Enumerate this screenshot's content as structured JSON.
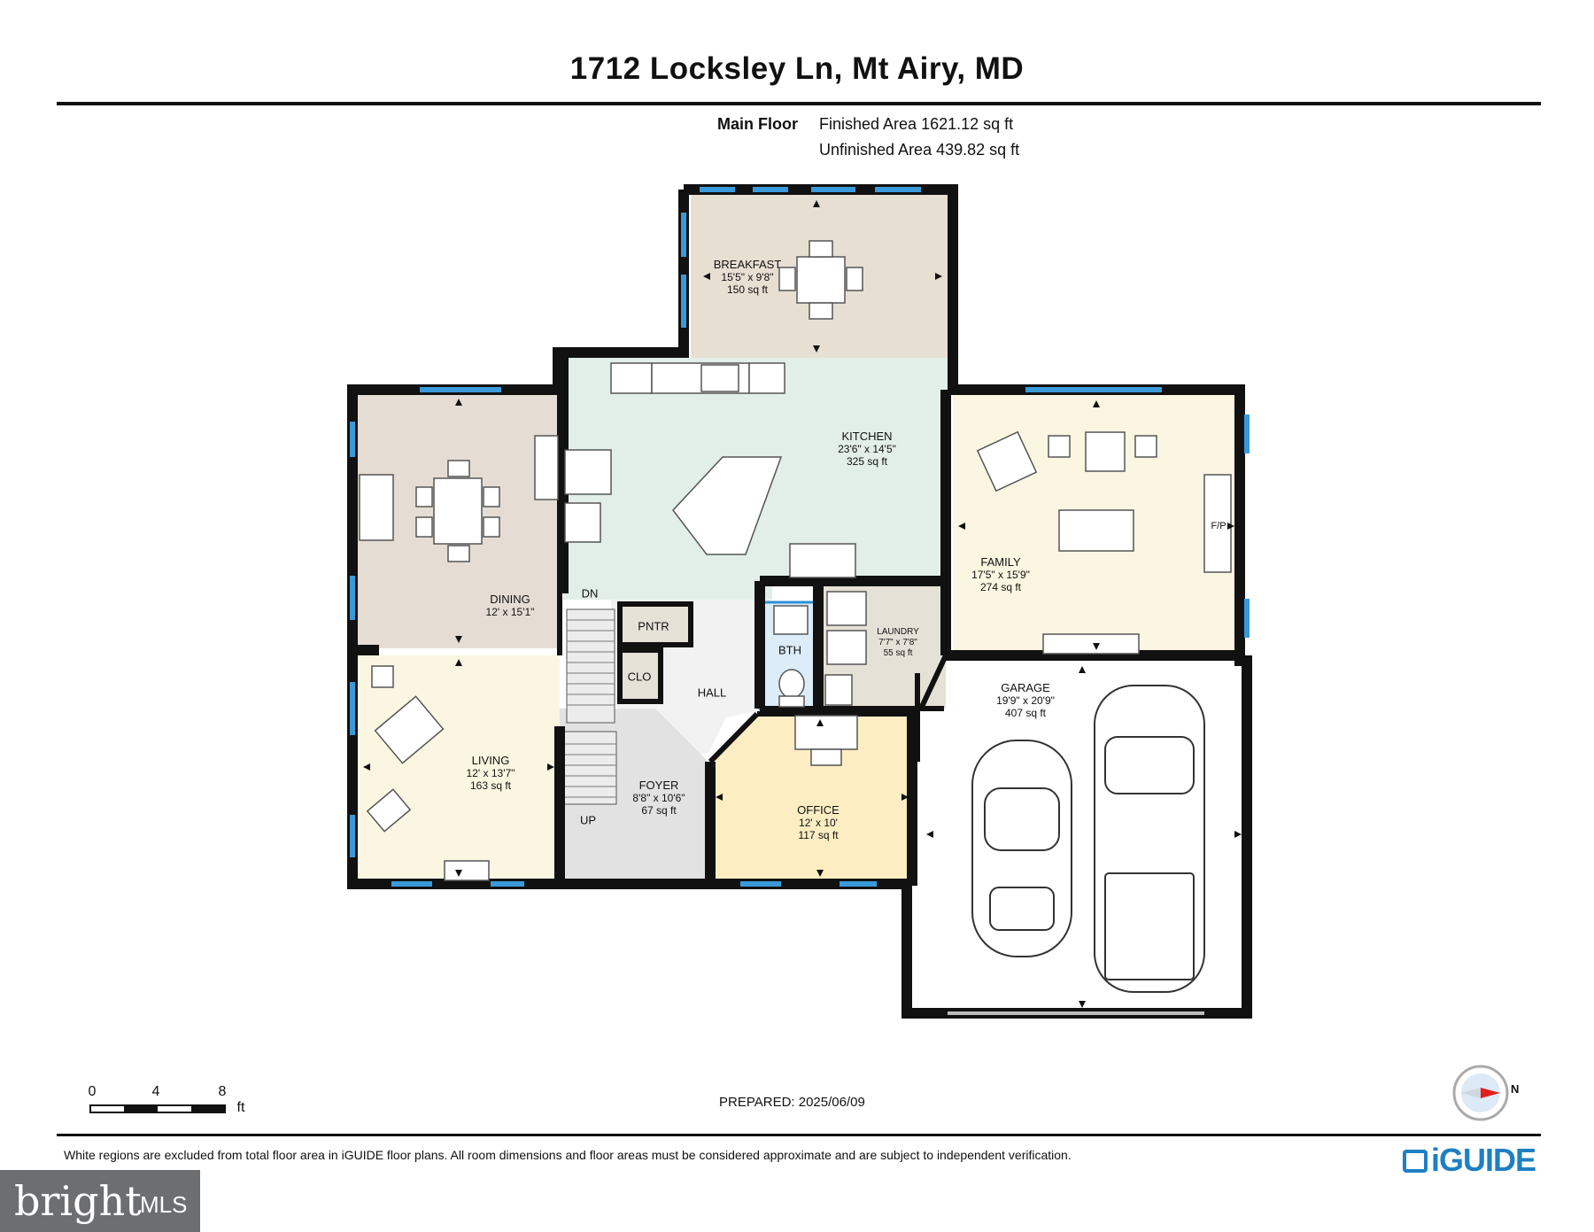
{
  "title": "1712 Locksley Ln, Mt Airy, MD",
  "floor": {
    "name": "Main Floor",
    "finished_area": "Finished Area 1621.12 sq ft",
    "unfinished_area": "Unfinished Area 439.82 sq ft"
  },
  "rooms": [
    {
      "id": "breakfast",
      "name": "BREAKFAST",
      "dims": "15'5\" x 9'8\"",
      "area": "150 sq ft",
      "fill": "#e8dfd3"
    },
    {
      "id": "kitchen",
      "name": "KITCHEN",
      "dims": "23'6\" x 14'5\"",
      "area": "325 sq ft",
      "fill": "#e2efe8"
    },
    {
      "id": "dining",
      "name": "DINING",
      "dims": "12' x 15'1\"",
      "area": "",
      "fill": "#e5ddd3"
    },
    {
      "id": "family",
      "name": "FAMILY",
      "dims": "17'5\" x 15'9\"",
      "area": "274 sq ft",
      "fill": "#fbf6e1"
    },
    {
      "id": "laundry",
      "name": "LAUNDRY",
      "dims": "7'7\" x 7'8\"",
      "area": "55 sq ft",
      "fill": "#e6e1d6"
    },
    {
      "id": "living",
      "name": "LIVING",
      "dims": "12' x 13'7\"",
      "area": "163 sq ft",
      "fill": "#fbf6e1"
    },
    {
      "id": "foyer",
      "name": "FOYER",
      "dims": "8'8\" x 10'6\"",
      "area": "67 sq ft",
      "fill": "#e2e2e2"
    },
    {
      "id": "office",
      "name": "OFFICE",
      "dims": "12' x 10'",
      "area": "117 sq ft",
      "fill": "#fcedc2"
    },
    {
      "id": "garage",
      "name": "GARAGE",
      "dims": "19'9\" x 20'9\"",
      "area": "407 sq ft",
      "fill": "#ffffff"
    }
  ],
  "small_labels": {
    "bth": "BTH",
    "pntr": "PNTR",
    "clo": "CLO",
    "hall": "HALL",
    "dn": "DN",
    "up": "UP",
    "fp": "F/P"
  },
  "scale": {
    "ticks": [
      "0",
      "4",
      "8"
    ],
    "unit": "ft"
  },
  "compass": "N",
  "prepared": "PREPARED: 2025/06/09",
  "disclaimer": "White regions are excluded from total floor area in iGUIDE floor plans. All room dimensions and floor areas must be considered approximate and are subject to independent verification.",
  "brand": "iGUIDE",
  "watermark": {
    "text": "bright",
    "suffix": "MLS"
  },
  "colors": {
    "wall": "#111111",
    "window": "#3a9ad9",
    "bath": "#dcecf8",
    "bath_border": "#2d8fd6"
  }
}
